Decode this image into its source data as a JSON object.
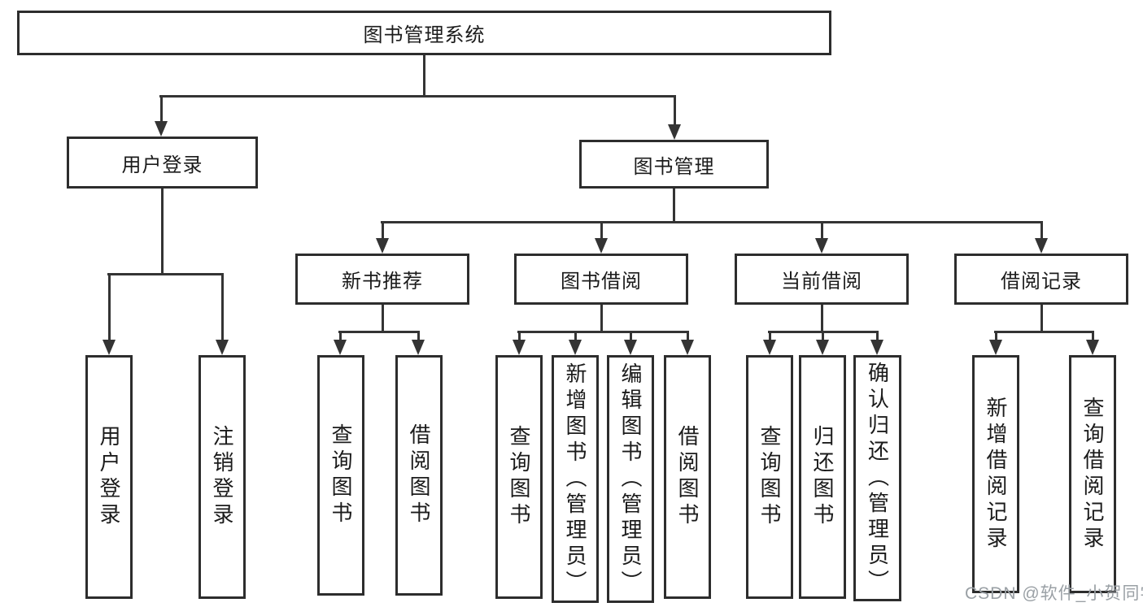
{
  "diagram": {
    "root": {
      "label": "图书管理系统"
    },
    "branches": [
      {
        "label": "用户登录",
        "children": [
          {
            "label": "用户登录"
          },
          {
            "label": "注销登录"
          }
        ]
      },
      {
        "label": "图书管理",
        "groups": [
          {
            "label": "新书推荐",
            "children": [
              {
                "label": "查询图书"
              },
              {
                "label": "借阅图书"
              }
            ]
          },
          {
            "label": "图书借阅",
            "children": [
              {
                "label": "查询图书"
              },
              {
                "label": "新增图书（管理员）"
              },
              {
                "label": "编辑图书（管理员）"
              },
              {
                "label": "借阅图书"
              }
            ]
          },
          {
            "label": "当前借阅",
            "children": [
              {
                "label": "查询图书"
              },
              {
                "label": "归还图书"
              },
              {
                "label": "确认归还（管理员）"
              }
            ]
          },
          {
            "label": "借阅记录",
            "children": [
              {
                "label": "新增借阅记录"
              },
              {
                "label": "查询借阅记录"
              }
            ]
          }
        ]
      }
    ]
  },
  "watermark": {
    "text": "CSDN @软件_小贺同学"
  },
  "colors": {
    "line": "#343434",
    "box_border": "#2d2d2d",
    "text": "#1b1b1b",
    "watermark": "#9aa0a5",
    "background": "#ffffff"
  }
}
